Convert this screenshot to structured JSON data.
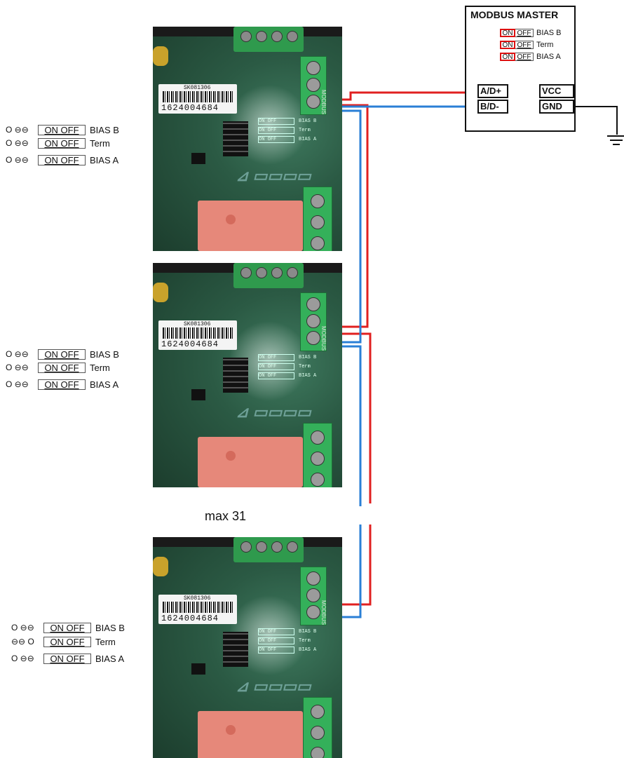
{
  "master": {
    "title": "MODBUS MASTER",
    "switches": [
      {
        "on": "ON",
        "off": "OFF",
        "label": "BIAS B"
      },
      {
        "on": "ON",
        "off": "OFF",
        "label": "Term"
      },
      {
        "on": "ON",
        "off": "OFF",
        "label": "BIAS A"
      }
    ],
    "terminals": {
      "a": "A/D+",
      "b": "B/D-",
      "vcc": "VCC",
      "gnd": "GND"
    }
  },
  "boards": [
    {
      "serial_small": "SK081306",
      "serial": "1624004684",
      "silk": [
        "MODBUS",
        "BIAS B",
        "Term",
        "BIAS A"
      ],
      "legend": [
        {
          "jumper": "O ⊖⊖",
          "switch": "ON  OFF",
          "label": "BIAS B"
        },
        {
          "jumper": "O ⊖⊖",
          "switch": "ON  OFF",
          "label": "Term"
        },
        {
          "jumper": "O ⊖⊖",
          "switch": "ON  OFF",
          "label": "BIAS A"
        }
      ]
    },
    {
      "serial_small": "SK081306",
      "serial": "1624004684",
      "silk": [
        "MODBUS",
        "BIAS B",
        "Term",
        "BIAS A"
      ],
      "legend": [
        {
          "jumper": "O ⊖⊖",
          "switch": "ON  OFF",
          "label": "BIAS B"
        },
        {
          "jumper": "O ⊖⊖",
          "switch": "ON  OFF",
          "label": "Term"
        },
        {
          "jumper": "O ⊖⊖",
          "switch": "ON  OFF",
          "label": "BIAS A"
        }
      ]
    },
    {
      "serial_small": "SK081306",
      "serial": "1624004684",
      "silk": [
        "MODBUS",
        "BIAS B",
        "Term",
        "BIAS A"
      ],
      "legend": [
        {
          "jumper": "O ⊖⊖",
          "switch": "ON  OFF",
          "label": "BIAS B"
        },
        {
          "jumper": "⊖⊖ O",
          "switch": "ON  OFF",
          "label": "Term"
        },
        {
          "jumper": "O ⊖⊖",
          "switch": "ON  OFF",
          "label": "BIAS A"
        }
      ]
    }
  ],
  "max_label": "max 31",
  "colors": {
    "wire_a": "#e02020",
    "wire_b": "#2a7fd6",
    "ground": "#111111"
  }
}
